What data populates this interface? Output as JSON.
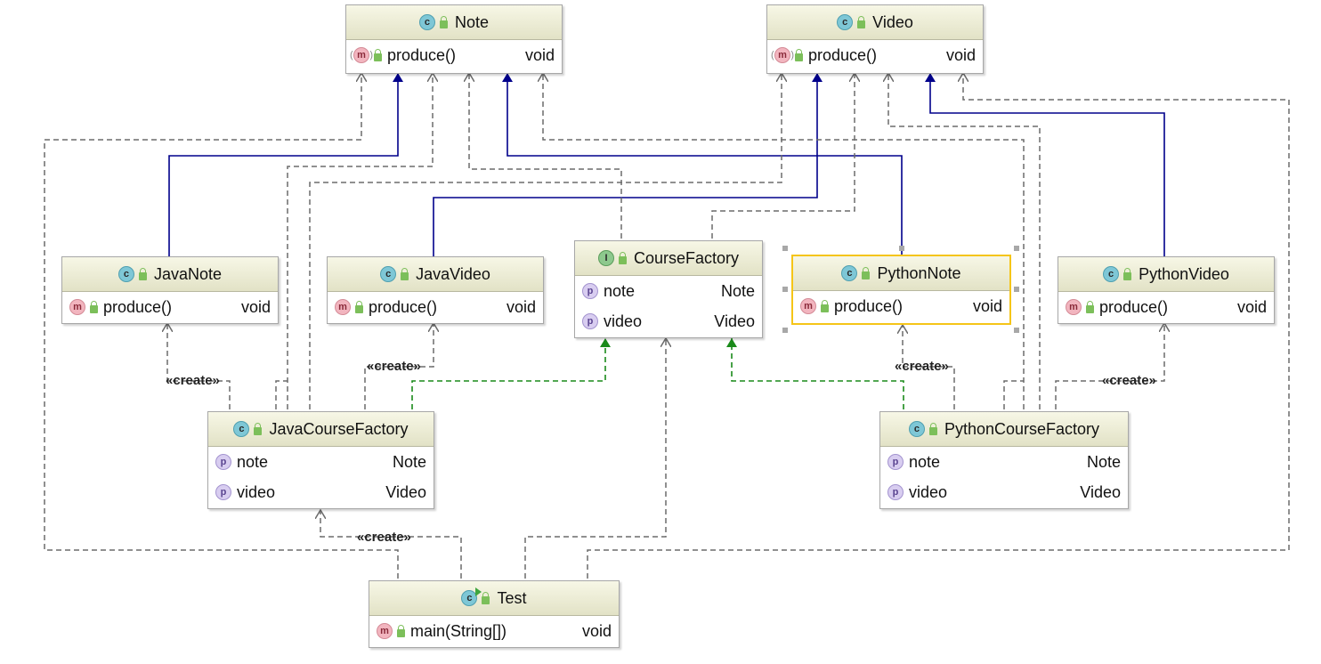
{
  "nodes": {
    "note": {
      "kind": "C",
      "name": "Note",
      "rows": [
        {
          "kind": "m",
          "name": "produce()",
          "type": "void"
        }
      ]
    },
    "video": {
      "kind": "C",
      "name": "Video",
      "rows": [
        {
          "kind": "m",
          "name": "produce()",
          "type": "void"
        }
      ]
    },
    "java_note": {
      "kind": "C",
      "name": "JavaNote",
      "rows": [
        {
          "kind": "m",
          "name": "produce()",
          "type": "void"
        }
      ]
    },
    "java_video": {
      "kind": "C",
      "name": "JavaVideo",
      "rows": [
        {
          "kind": "m",
          "name": "produce()",
          "type": "void"
        }
      ]
    },
    "course_factory": {
      "kind": "I",
      "name": "CourseFactory",
      "rows": [
        {
          "kind": "p",
          "name": "note",
          "type": "Note"
        },
        {
          "kind": "p",
          "name": "video",
          "type": "Video"
        }
      ]
    },
    "python_note": {
      "kind": "C",
      "name": "PythonNote",
      "rows": [
        {
          "kind": "m",
          "name": "produce()",
          "type": "void"
        }
      ]
    },
    "python_video": {
      "kind": "C",
      "name": "PythonVideo",
      "rows": [
        {
          "kind": "m",
          "name": "produce()",
          "type": "void"
        }
      ]
    },
    "java_course_factory": {
      "kind": "C",
      "name": "JavaCourseFactory",
      "rows": [
        {
          "kind": "p",
          "name": "note",
          "type": "Note"
        },
        {
          "kind": "p",
          "name": "video",
          "type": "Video"
        }
      ]
    },
    "python_course_factory": {
      "kind": "C",
      "name": "PythonCourseFactory",
      "rows": [
        {
          "kind": "p",
          "name": "note",
          "type": "Note"
        },
        {
          "kind": "p",
          "name": "video",
          "type": "Video"
        }
      ]
    },
    "test": {
      "kind": "C",
      "name": "Test",
      "rows": [
        {
          "kind": "m",
          "name": "main(String[])",
          "type": "void"
        }
      ]
    }
  },
  "labels": {
    "create_java_note": "«create»",
    "create_java_video": "«create»",
    "create_python_note": "«create»",
    "create_python_video": "«create»",
    "create_java_course_factory": "«create»"
  },
  "colors": {
    "extends": "#00008b",
    "implements": "#1a8a1a",
    "dependency": "#6b6b6b",
    "selection": "#f5c518"
  }
}
